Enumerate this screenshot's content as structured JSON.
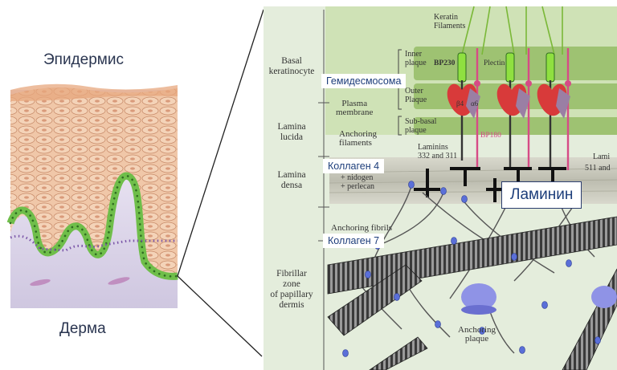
{
  "left_panel": {
    "epidermis_label": "Эпидермис",
    "dermis_label": "Дерма"
  },
  "right_panel": {
    "side_labels": {
      "basal_keratinocyte": "Basal\nkeratinocyte",
      "lamina_lucida": "Lamina\nlucida",
      "lamina_densa": "Lamina\ndensa",
      "fibrillar_zone": "Fibrillar\nzone\nof papillary\ndermis"
    },
    "structure_labels": {
      "keratin": "Keratin\nFilaments",
      "inner_plaque": "Inner\nplaque",
      "outer_plaque": "Outer\nPlaque",
      "sub_basal": "Sub-basal\nplaque",
      "plasma_membrane": "Plasma\nmembrane",
      "anchoring_filaments": "Anchoring\nfilaments",
      "laminins": "Laminins\n332 and 311",
      "nidogen": "+ nidogen\n+ perlecan",
      "lami": "Lami",
      "lami2": "511 and",
      "anchoring_fibrils": "Anchoring fibrils",
      "anchoring_plaque": "Anchoring\nplaque",
      "bp230": "BP230",
      "plectin": "Plectin",
      "bp180": "BP180",
      "b4": "β4",
      "a6": "α6"
    },
    "tags": {
      "hemidesmosome": "Гемидесмосома",
      "collagen4": "Коллаген 4",
      "collagen7": "Коллаген 7",
      "laminin": "Ламинин"
    }
  },
  "colors": {
    "basal_green": "#bcd396",
    "plaque_green": "#8db35d",
    "fibril_gray": "#777777",
    "bead_blue": "#5a6fd8",
    "integrin_red": "#d83a3a",
    "bp180_pink": "#d64b86"
  }
}
